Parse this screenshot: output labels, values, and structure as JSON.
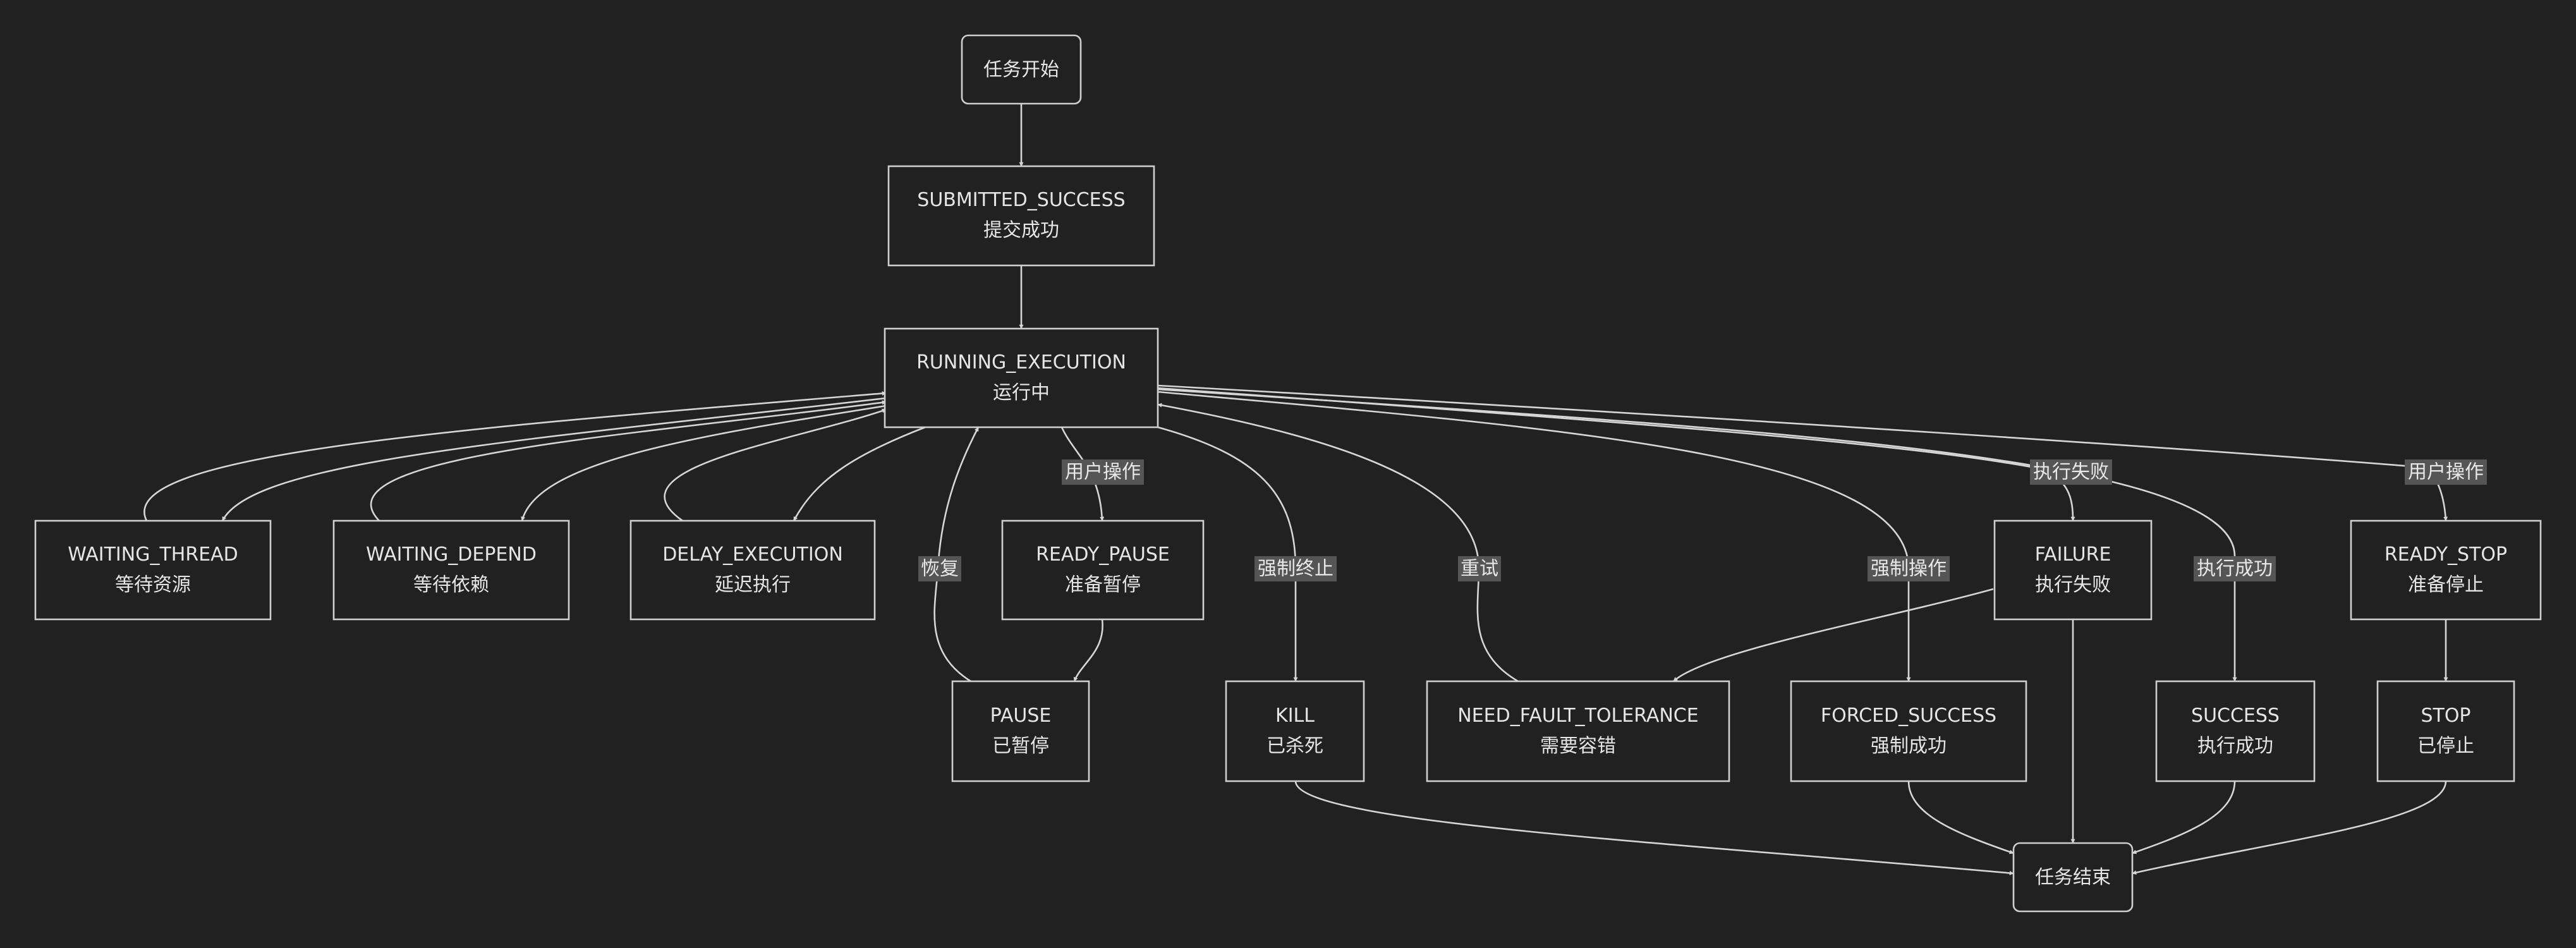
{
  "nodes": {
    "start": {
      "lines": [
        "任务开始"
      ]
    },
    "submitted": {
      "lines": [
        "SUBMITTED_SUCCESS",
        "提交成功"
      ]
    },
    "running": {
      "lines": [
        "RUNNING_EXECUTION",
        "运行中"
      ]
    },
    "waiting_thread": {
      "lines": [
        "WAITING_THREAD",
        "等待资源"
      ]
    },
    "waiting_depend": {
      "lines": [
        "WAITING_DEPEND",
        "等待依赖"
      ]
    },
    "delay": {
      "lines": [
        "DELAY_EXECUTION",
        "延迟执行"
      ]
    },
    "ready_pause": {
      "lines": [
        "READY_PAUSE",
        "准备暂停"
      ]
    },
    "pause": {
      "lines": [
        "PAUSE",
        "已暂停"
      ]
    },
    "kill": {
      "lines": [
        "KILL",
        "已杀死"
      ]
    },
    "nft": {
      "lines": [
        "NEED_FAULT_TOLERANCE",
        "需要容错"
      ]
    },
    "forced": {
      "lines": [
        "FORCED_SUCCESS",
        "强制成功"
      ]
    },
    "failure": {
      "lines": [
        "FAILURE",
        "执行失败"
      ]
    },
    "success": {
      "lines": [
        "SUCCESS",
        "执行成功"
      ]
    },
    "ready_stop": {
      "lines": [
        "READY_STOP",
        "准备停止"
      ]
    },
    "stop": {
      "lines": [
        "STOP",
        "已停止"
      ]
    },
    "end": {
      "lines": [
        "任务结束"
      ]
    }
  },
  "edge_labels": {
    "user_op_pause": "用户操作",
    "resume": "恢复",
    "force_kill": "强制终止",
    "retry": "重试",
    "force_op": "强制操作",
    "exec_fail": "执行失败",
    "exec_success": "执行成功",
    "user_op_stop": "用户操作"
  },
  "colors": {
    "background": "#212121",
    "stroke": "#cfcfcf",
    "text": "#e6e6e6",
    "label_bg": "#555555"
  }
}
